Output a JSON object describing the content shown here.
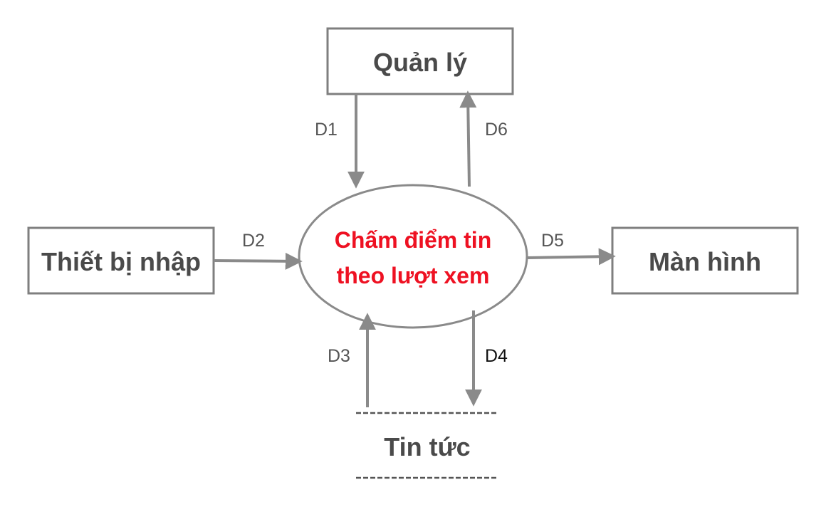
{
  "entities": {
    "manager": {
      "label": "Quản lý"
    },
    "input_device": {
      "label": "Thiết bị nhập"
    },
    "screen": {
      "label": "Màn hình"
    }
  },
  "process": {
    "label_line1": "Chấm điểm tin",
    "label_line2": "theo lượt xem"
  },
  "data_store": {
    "label": "Tin tức"
  },
  "flows": {
    "d1": "D1",
    "d2": "D2",
    "d3": "D3",
    "d4": "D4",
    "d5": "D5",
    "d6": "D6"
  },
  "colors": {
    "line": "#8a8a8a",
    "box_border": "#7f7f7f",
    "process_text": "#ee1122",
    "entity_text": "#4a4a4a"
  }
}
